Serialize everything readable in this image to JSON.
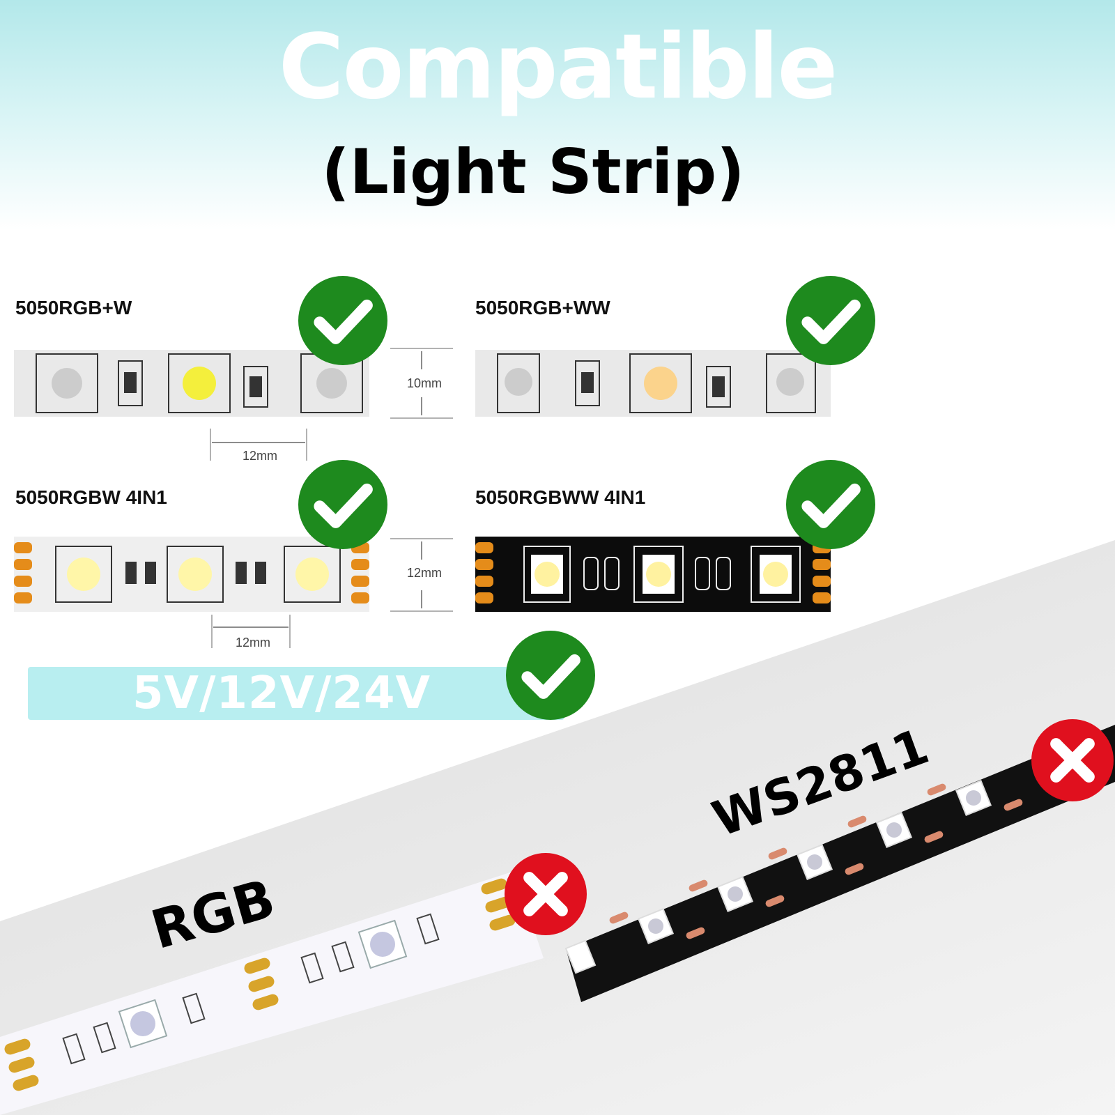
{
  "header": {
    "title": "Compatible",
    "subtitle": "(Light Strip)"
  },
  "compatible_strips": [
    {
      "label": "5050RGB+W",
      "dimension_height": "10mm",
      "dimension_pitch": "12mm",
      "status": "compatible"
    },
    {
      "label": "5050RGB+WW",
      "status": "compatible"
    },
    {
      "label": "5050RGBW 4IN1",
      "dimension_height": "12mm",
      "dimension_pitch": "12mm",
      "status": "compatible"
    },
    {
      "label": "5050RGBWW  4IN1",
      "status": "compatible"
    }
  ],
  "voltage": {
    "label": "5V/12V/24V",
    "status": "compatible"
  },
  "incompatible_strips": [
    {
      "label": "RGB",
      "status": "incompatible"
    },
    {
      "label": "WS2811",
      "status": "incompatible"
    }
  ],
  "colors": {
    "check_green": "#1e8a1e",
    "cross_red": "#e0101e",
    "accent_cyan": "#b3e8ea"
  },
  "icons": {
    "compatible": "checkmark-icon",
    "incompatible": "cross-icon"
  }
}
